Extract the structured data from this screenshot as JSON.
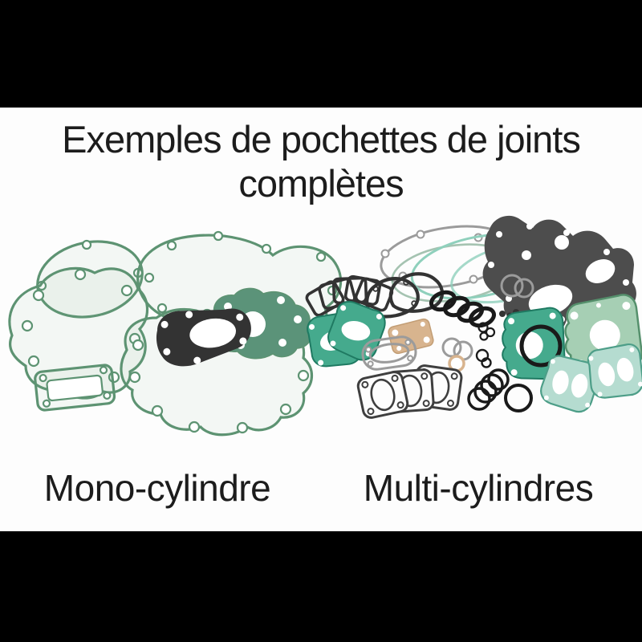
{
  "title": {
    "line1": "Exemples de pochettes de joints",
    "line2": "complètes"
  },
  "labels": {
    "mono": "Mono-cylindre",
    "multi": "Multi-cylindres"
  },
  "palette": {
    "letterbox_black": "#000000",
    "canvas_white": "#fdfdfd",
    "title_text": "#1c1c1c",
    "sage_outline": "#5d9372",
    "sage_tint": "#7daf8c14",
    "sage_solid": "#5b9379",
    "dark_gasket": "#333333",
    "charcoal": "#4d4d4d",
    "teal_fill": "#45aa8d",
    "teal_outline": "#1f7a62",
    "teal_light": "#8fd0bc",
    "gray_outline": "#9b9b9b",
    "tan_fill": "#d8b48e",
    "tan_outline": "#c29d74",
    "seafoam_fill": "#b5dcd0",
    "seafoam_outline": "#4d9e88",
    "green_fill": "#a6cfb4",
    "green_outline": "#55906c",
    "ring_black": "#1a1a1a",
    "base_outline": "#3f3f3f"
  }
}
